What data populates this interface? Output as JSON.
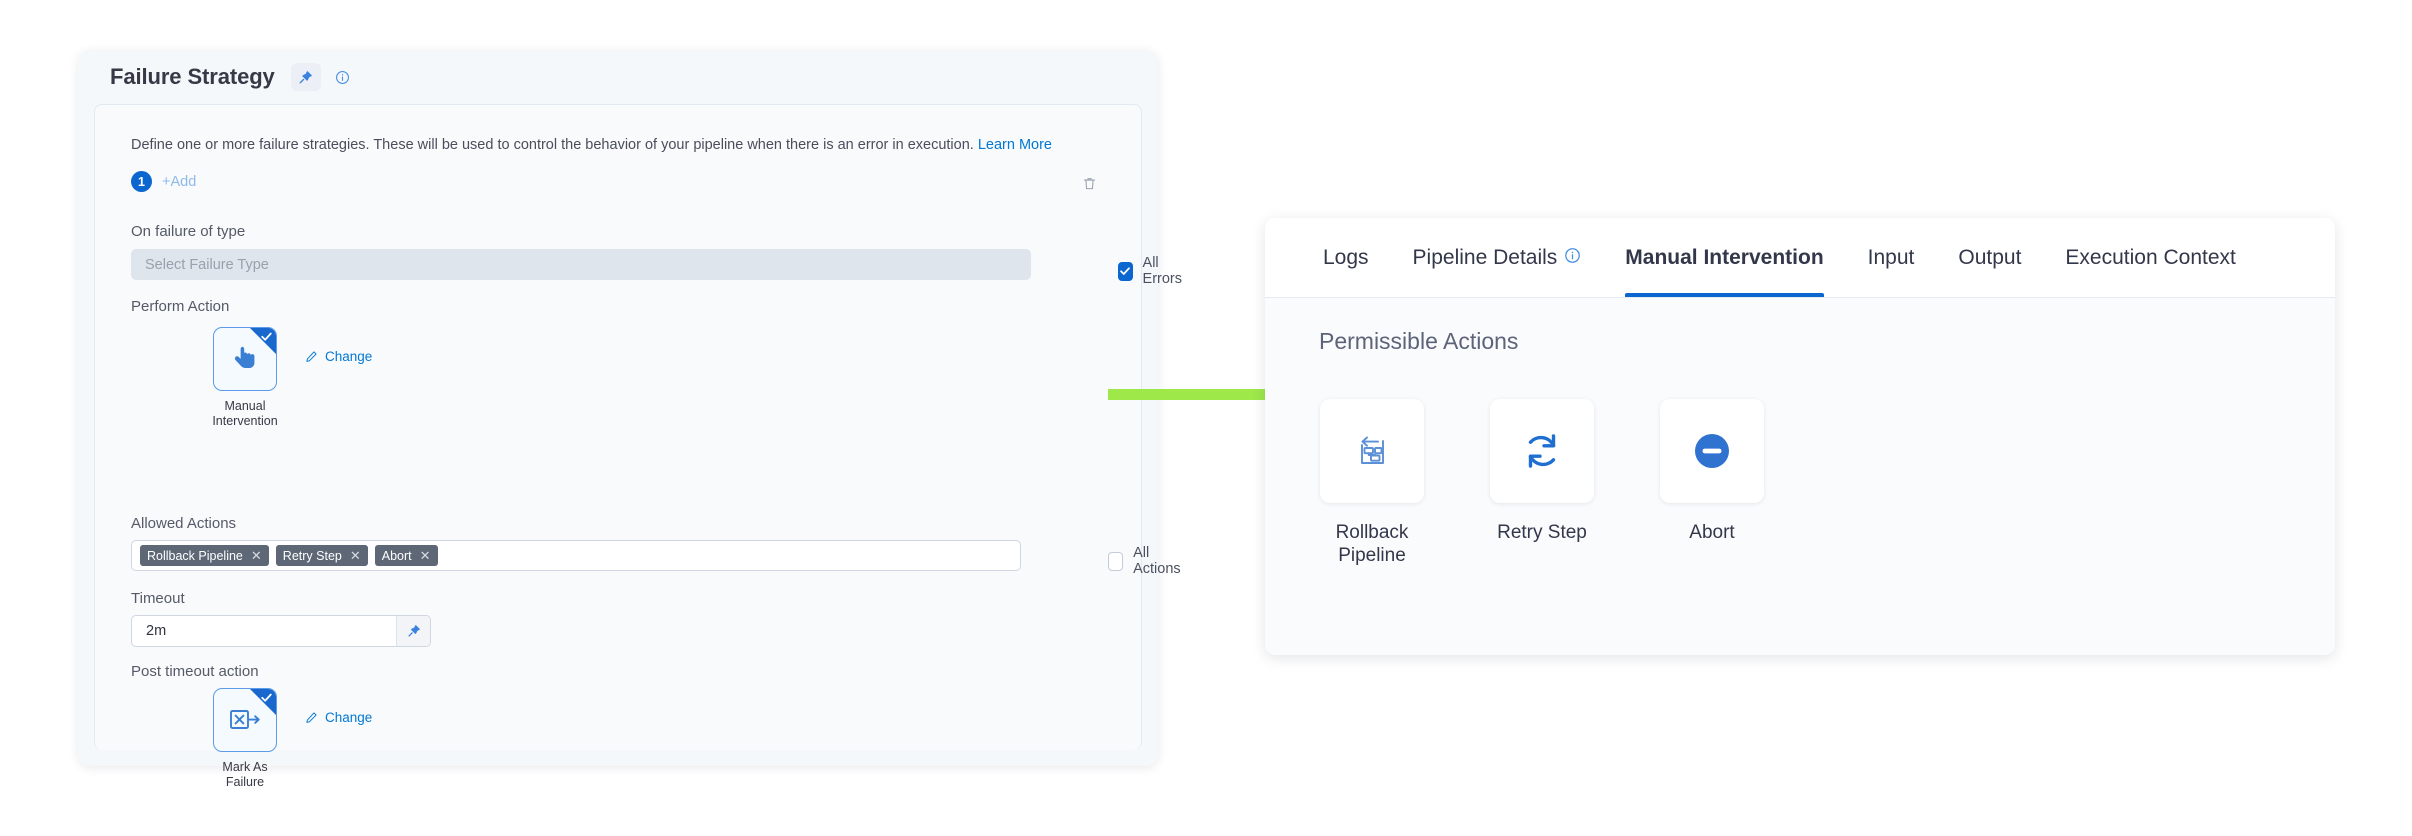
{
  "left_panel": {
    "title": "Failure Strategy",
    "pin_icon": "pushpin-icon",
    "info_icon": "info-circle-icon",
    "description": "Define one or more failure strategies. These will be used to control the behavior of your pipeline when there is an error in execution.",
    "learn_more": "Learn More",
    "strategy_index": "1",
    "add_label": "+Add",
    "delete_icon": "trash-icon",
    "on_failure_label": "On failure of type",
    "failure_type_placeholder": "Select Failure Type",
    "all_errors_label": "All Errors",
    "all_errors_checked": true,
    "perform_action_label": "Perform Action",
    "perform_action": {
      "caption_line1": "Manual",
      "caption_line2": "Intervention",
      "icon": "pointing-hand-icon",
      "selected": true,
      "change_label": "Change"
    },
    "allowed_actions_label": "Allowed Actions",
    "allowed_actions_tags": [
      "Rollback Pipeline",
      "Retry Step",
      "Abort"
    ],
    "all_actions_label": "All Actions",
    "all_actions_checked": false,
    "timeout_label": "Timeout",
    "timeout_value": "2m",
    "timeout_pin_icon": "pushpin-icon",
    "post_timeout_label": "Post timeout action",
    "post_timeout_action": {
      "caption_line1": "Mark As",
      "caption_line2": "Failure",
      "icon": "mark-as-failure-icon",
      "selected": true,
      "change_label": "Change"
    }
  },
  "annotation": {
    "arrow_color": "#9ee84a",
    "arrow_direction": "right"
  },
  "right_panel": {
    "tabs": [
      {
        "label": "Logs",
        "active": false,
        "has_info_icon": false
      },
      {
        "label": "Pipeline Details",
        "active": false,
        "has_info_icon": true
      },
      {
        "label": "Manual Intervention",
        "active": true,
        "has_info_icon": false
      },
      {
        "label": "Input",
        "active": false,
        "has_info_icon": false
      },
      {
        "label": "Output",
        "active": false,
        "has_info_icon": false
      },
      {
        "label": "Execution Context",
        "active": false,
        "has_info_icon": false
      }
    ],
    "heading": "Permissible Actions",
    "actions": [
      {
        "label_line1": "Rollback",
        "label_line2": "Pipeline",
        "icon": "rollback-pipeline-icon"
      },
      {
        "label_line1": "Retry Step",
        "label_line2": "",
        "icon": "retry-refresh-icon"
      },
      {
        "label_line1": "Abort",
        "label_line2": "",
        "icon": "abort-minus-circle-icon"
      }
    ]
  },
  "colors": {
    "accent_blue": "#0b67cf",
    "link_blue": "#0278d5",
    "tag_slate": "#5d6775",
    "arrow_green": "#9ee84a"
  }
}
